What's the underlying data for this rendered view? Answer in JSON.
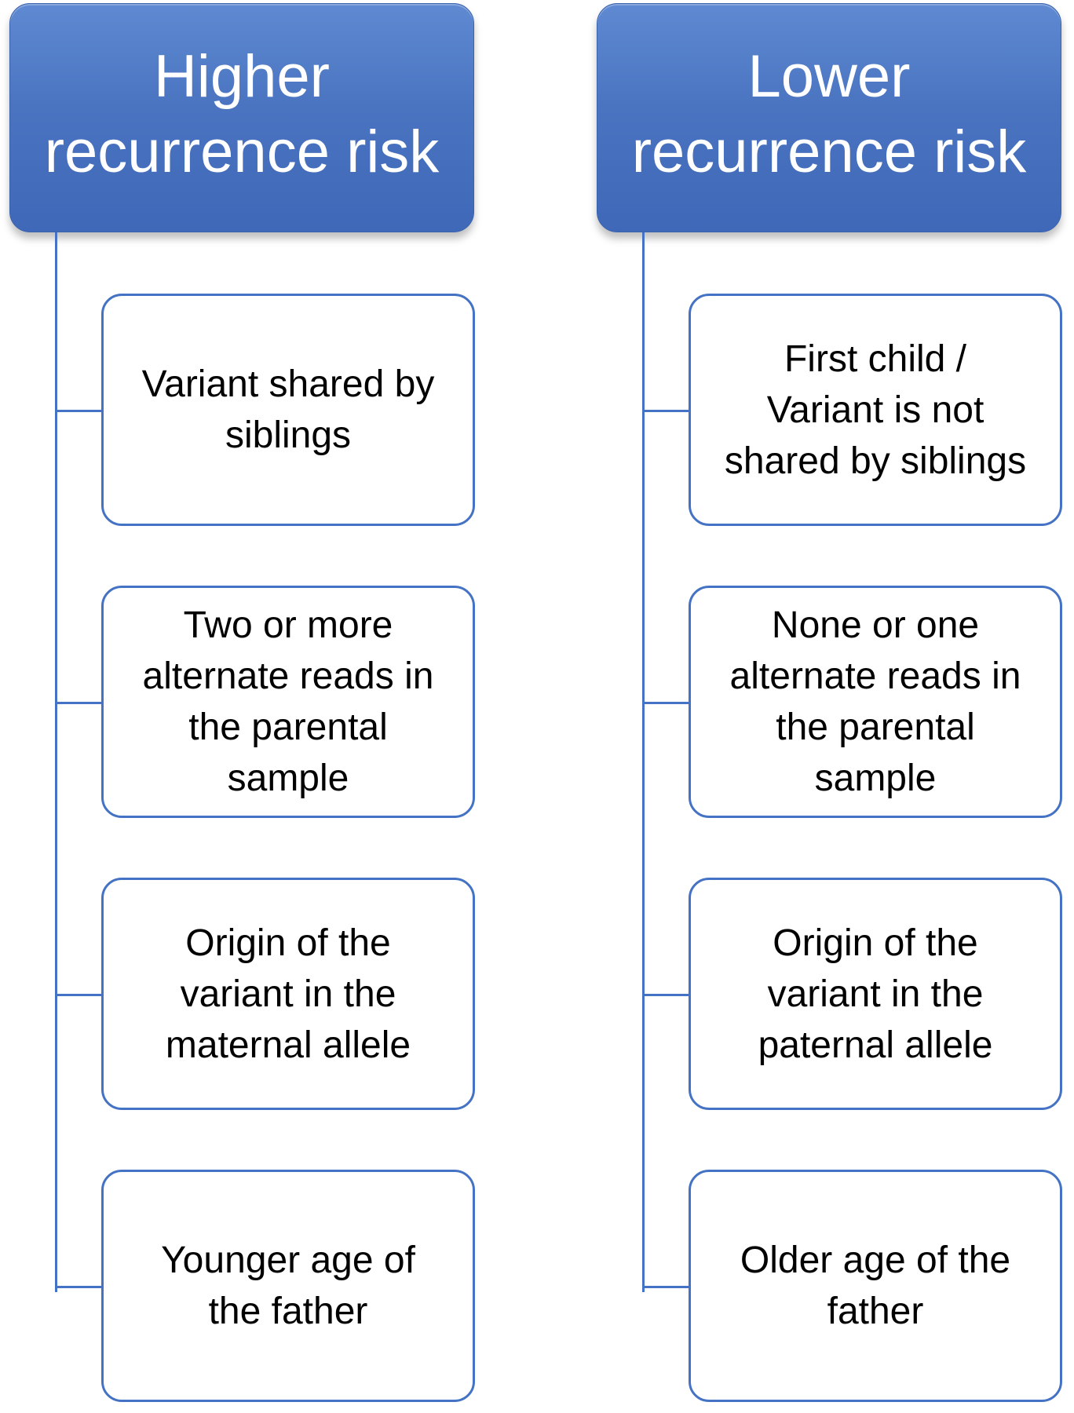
{
  "colors": {
    "header_fill": "#4472c4",
    "header_text": "#ffffff",
    "card_border": "#4472c4",
    "connector": "#4472c4",
    "card_text": "#000000"
  },
  "columns": [
    {
      "title": "Higher\nrecurrence risk",
      "items": [
        "Variant shared by\nsiblings",
        "Two or more\nalternate reads in\nthe parental\nsample",
        "Origin of the\nvariant in the\nmaternal allele",
        "Younger age of\nthe father"
      ]
    },
    {
      "title": "Lower\nrecurrence risk",
      "items": [
        "First child /\nVariant is not\nshared by siblings",
        "None or one\nalternate reads in\nthe parental\nsample",
        "Origin of the\nvariant in the\npaternal allele",
        "Older age of the\nfather"
      ]
    }
  ]
}
